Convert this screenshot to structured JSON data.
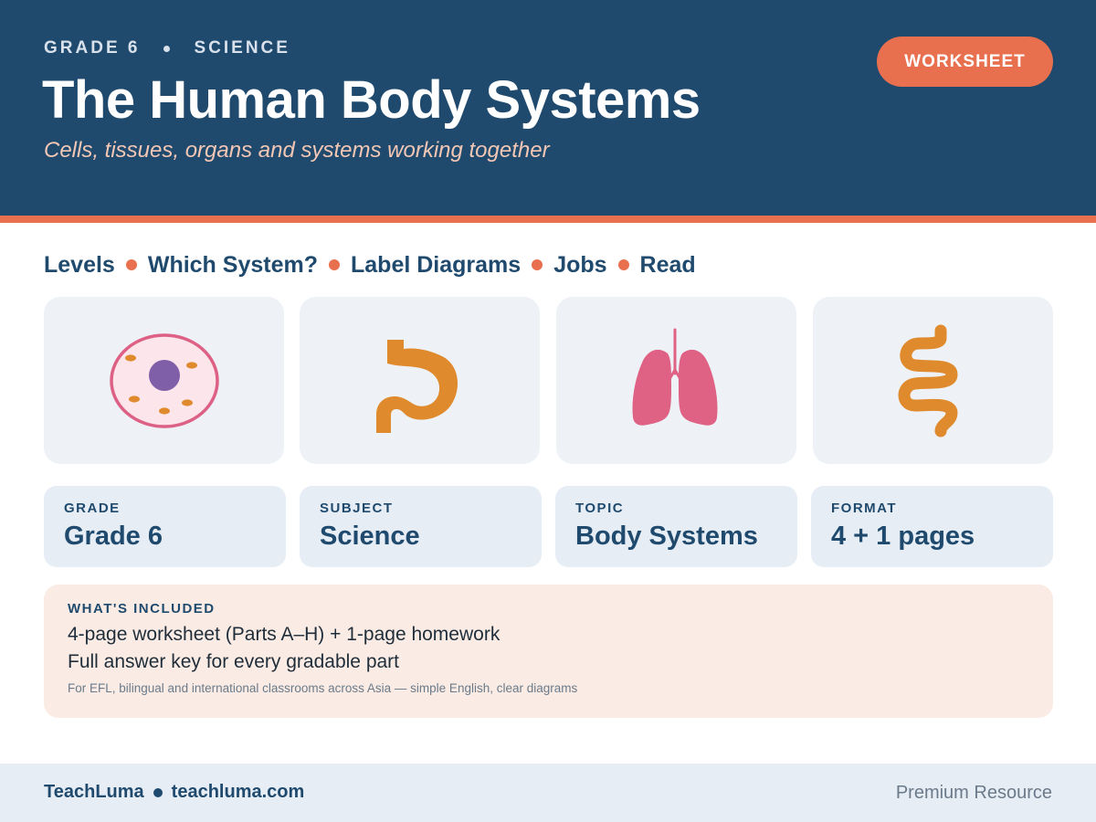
{
  "header": {
    "grade": "GRADE 6",
    "subject": "SCIENCE",
    "title": "The Human Body Systems",
    "subtitle": "Cells, tissues, organs and systems working together",
    "badge": "WORKSHEET"
  },
  "topics": [
    "Levels",
    "Which System?",
    "Label Diagrams",
    "Jobs",
    "Read"
  ],
  "illustrations": [
    "cell-icon",
    "stomach-icon",
    "lungs-icon",
    "intestine-icon"
  ],
  "facts": [
    {
      "label": "GRADE",
      "value": "Grade 6"
    },
    {
      "label": "SUBJECT",
      "value": "Science"
    },
    {
      "label": "TOPIC",
      "value": "Body Systems"
    },
    {
      "label": "FORMAT",
      "value": "4 + 1 pages"
    }
  ],
  "included": {
    "heading": "WHAT'S INCLUDED",
    "lines": [
      "4-page worksheet (Parts A–H) + 1-page homework",
      "Full answer key for every gradable part"
    ],
    "note": "For EFL, bilingual and international classrooms across Asia — simple English, clear diagrams"
  },
  "footer": {
    "brand": "TeachLuma",
    "website": "teachluma.com",
    "tagline": "Premium Resource"
  },
  "colors": {
    "header_bg": "#1f4a6e",
    "accent": "#e8704e",
    "card_bg": "#eef2f7",
    "included_bg": "#faece4",
    "cell_outline": "#dd6085",
    "organ_orange": "#e08a2e",
    "lungs_pink": "#df6184"
  }
}
